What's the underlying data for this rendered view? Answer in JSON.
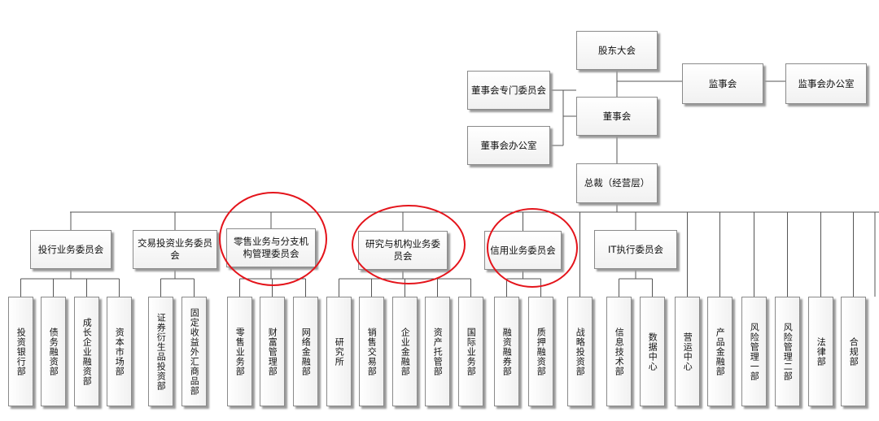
{
  "top": {
    "shareholders": "股东大会",
    "board": "董事会",
    "board_committee": "董事会专门委员会",
    "board_office": "董事会办公室",
    "supervisors": "监事会",
    "supervisors_office": "监事会办公室",
    "president": "总裁（经营层）"
  },
  "committees": [
    "投行业务委员会",
    "交易投资业务委员会",
    "零售业务与分支机构管理委员会",
    "研究与机构业务委员会",
    "信用业务委员会",
    "IT执行委员会"
  ],
  "departments": [
    [
      "投资银行部",
      "债务融资部",
      "成长企业融资部",
      "资本市场部"
    ],
    [
      "证券衍生品投资部",
      "固定收益外汇商品部"
    ],
    [
      "零售业务部",
      "财富管理部",
      "网络金融部"
    ],
    [
      "研究所",
      "销售交易部",
      "企业金融部",
      "资产托管部",
      "国际业务部"
    ],
    [
      "融资融券部",
      "质押融资部"
    ],
    [
      "战略投资部"
    ],
    [
      "信息技术部",
      "数据中心"
    ],
    [
      "营运中心",
      "产品金融部",
      "风险管理一部",
      "风险管理二部",
      "法律部",
      "合规部"
    ]
  ],
  "colors": {
    "highlight_ring": "#e4141b",
    "box_border": "#8a8a8a",
    "line": "#555555"
  }
}
